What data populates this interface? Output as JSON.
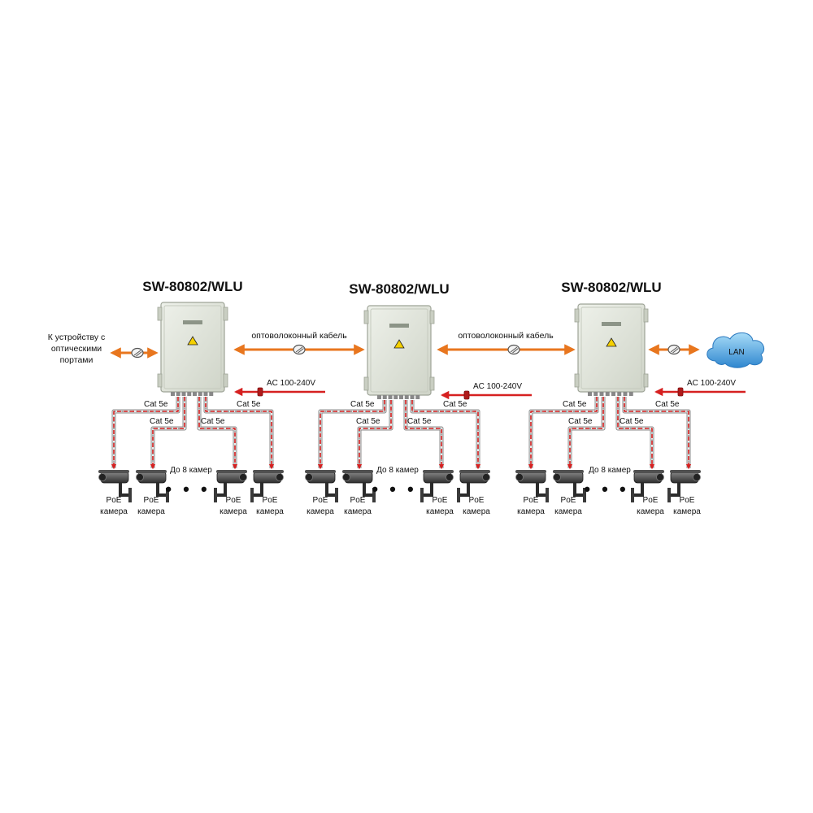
{
  "switches": [
    {
      "model": "SW-80802/WLU",
      "cable_top": "Cat 5e",
      "cable_mid": "Cat 5e",
      "cable_mid_right": "Cat 5e",
      "cable_top_right": "Cat 5e",
      "ac_label": "AC 100-240V",
      "up_to": "До 8 камер"
    },
    {
      "model": "SW-80802/WLU",
      "cable_top": "Cat 5e",
      "cable_mid": "Cat 5e",
      "cable_mid_right": "Cat 5e",
      "cable_top_right": "Cat 5e",
      "ac_label": "AC 100-240V",
      "up_to": "До 8 камер"
    },
    {
      "model": "SW-80802/WLU",
      "cable_top": "Cat 5e",
      "cable_mid": "Cat 5e",
      "cable_mid_right": "Cat 5e",
      "cable_top_right": "Cat 5e",
      "ac_label": "AC 100-240V",
      "up_to": "До 8 камер"
    }
  ],
  "left_device": {
    "line1": "К устройству с",
    "line2": "оптическими",
    "line3": "портами"
  },
  "fiber_links": [
    "оптоволоконный кабель",
    "оптоволоконный кабель"
  ],
  "lan_label": "LAN",
  "camera": {
    "line1": "PoE",
    "line2": "камера"
  },
  "ellipsis": "• • •",
  "colors": {
    "fiber": "#e8761e",
    "poe": "#d62020",
    "cable": "#9a9a9a",
    "enclosure": "#e2e6dc",
    "cloud": "#4aa6e0"
  },
  "icons": {
    "enclosure": "switch-enclosure-icon",
    "camera": "poe-camera-icon",
    "cloud": "lan-cloud-icon",
    "cable_gland": "cable-gland-icon"
  }
}
